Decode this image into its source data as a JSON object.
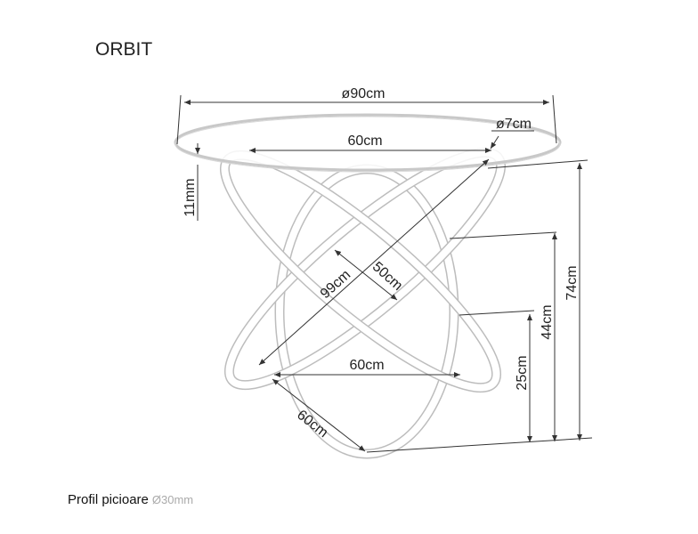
{
  "title": "ORBIT",
  "footer": {
    "label": "Profil picioare",
    "value": "Ø30mm"
  },
  "dimensions": {
    "top_diameter": "ø90cm",
    "inner_width": "60cm",
    "tube_diameter": "ø7cm",
    "glass_thickness": "11mm",
    "diagonal_long": "99cm",
    "diagonal_short": "50cm",
    "base_width": "60cm",
    "base_depth": "60cm",
    "total_height": "74cm",
    "mid_height": "44cm",
    "low_height": "25cm"
  }
}
